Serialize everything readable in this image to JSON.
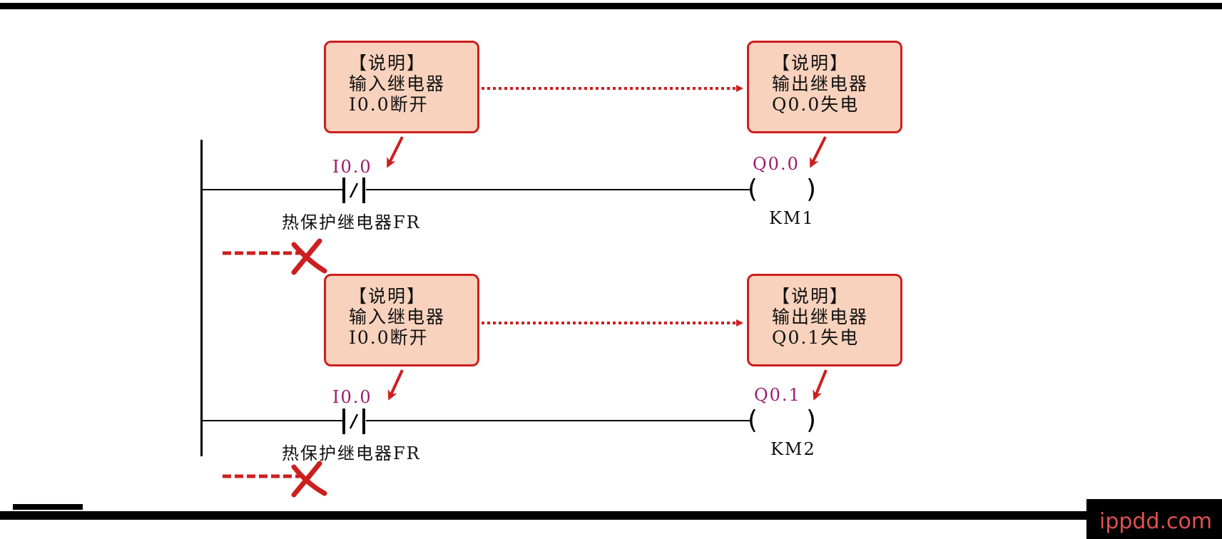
{
  "rung1": {
    "input_note": {
      "title": "【说明】",
      "line2": "输入继电器",
      "line3": "I0.0断开"
    },
    "output_note": {
      "title": "【说明】",
      "line2": "输出继电器",
      "line3": "Q0.0失电"
    },
    "contact_address": "I0.0",
    "contact_label": "热保护继电器FR",
    "coil_address": "Q0.0",
    "coil_label": "KM1"
  },
  "rung2": {
    "input_note": {
      "title": "【说明】",
      "line2": "输入继电器",
      "line3": "I0.0断开"
    },
    "output_note": {
      "title": "【说明】",
      "line2": "输出继电器",
      "line3": "Q0.1失电"
    },
    "contact_address": "I0.0",
    "contact_label": "热保护继电器FR",
    "coil_address": "Q0.1",
    "coil_label": "KM2"
  },
  "watermark": "ippdd.com",
  "colors": {
    "note_fill": "#f8d2bd",
    "note_border": "#cc1f1f",
    "address_text": "#9b1b6e",
    "arrow_red": "#cc1f1f"
  }
}
